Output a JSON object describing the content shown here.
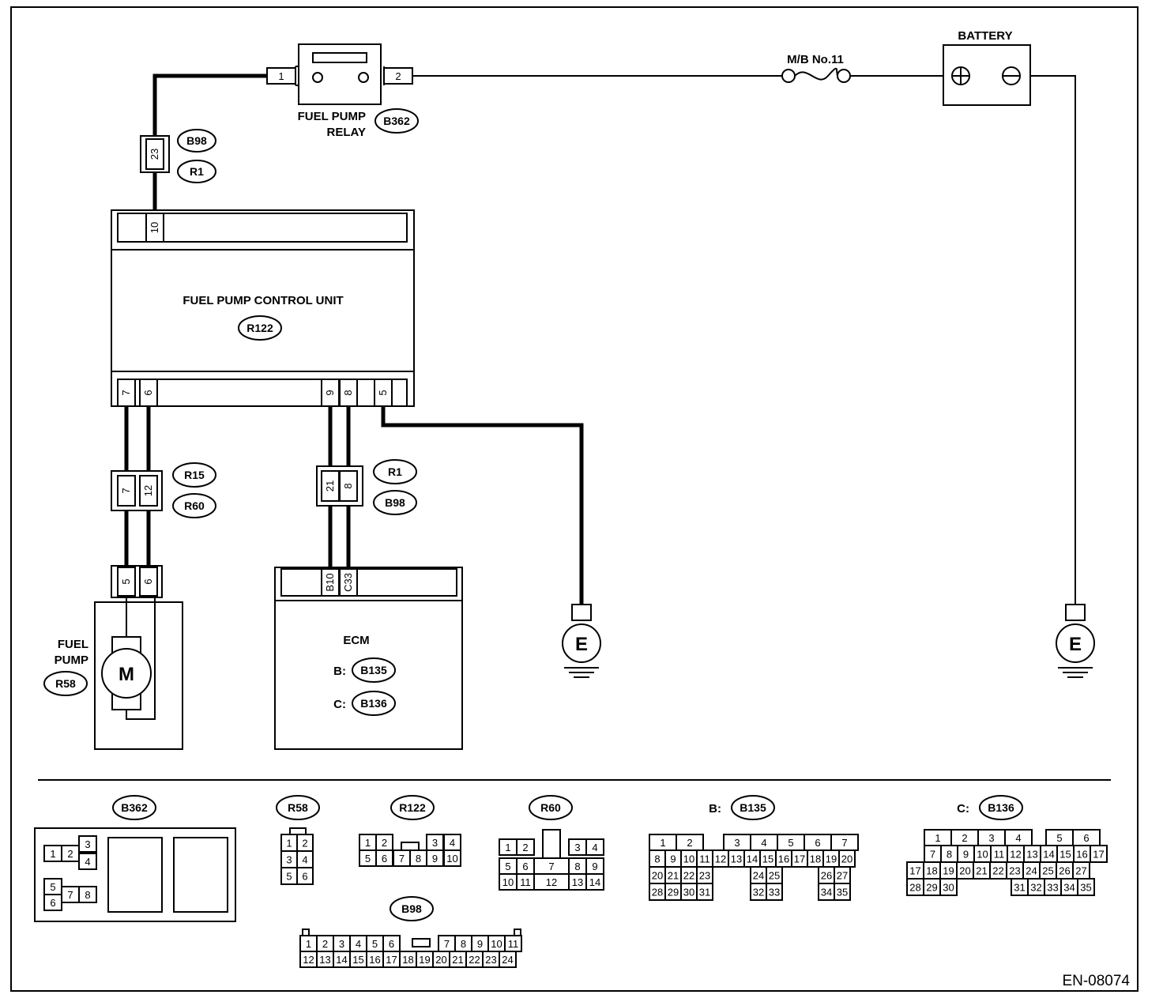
{
  "diagram_code": "EN-08074",
  "components": {
    "battery": {
      "label": "BATTERY",
      "plus_symbol": "+",
      "minus_symbol": "−"
    },
    "fuse": {
      "label": "M/B No.11"
    },
    "relay": {
      "label_line1": "FUEL PUMP",
      "label_line2": "RELAY",
      "connector": "B362",
      "pin_left": "1",
      "pin_right": "2"
    },
    "joint_top": {
      "pin": "23",
      "conn_a": "B98",
      "conn_b": "R1"
    },
    "control_unit": {
      "label": "FUEL PUMP CONTROL UNIT",
      "connector": "R122",
      "pin_top": "10",
      "pins_bottom": [
        "7",
        "6",
        "9",
        "8",
        "5"
      ]
    },
    "joint_left": {
      "pins": [
        "7",
        "12"
      ],
      "conn_a": "R15",
      "conn_b": "R60"
    },
    "joint_mid": {
      "pins": [
        "21",
        "8"
      ],
      "conn_a": "R1",
      "conn_b": "B98"
    },
    "fuel_pump": {
      "label_line1": "FUEL",
      "label_line2": "PUMP",
      "connector": "R58",
      "pins": [
        "5",
        "6"
      ],
      "motor": "M"
    },
    "ecm": {
      "label": "ECM",
      "pins": [
        "B10",
        "C33"
      ],
      "conn_b_prefix": "B:",
      "conn_b": "B135",
      "conn_c_prefix": "C:",
      "conn_c": "B136"
    },
    "ground_1": {
      "label": "E"
    },
    "ground_2": {
      "label": "E"
    }
  },
  "connector_views": {
    "b362": {
      "name": "B362",
      "pins": [
        "1",
        "2",
        "3",
        "4",
        "5",
        "6",
        "7",
        "8"
      ]
    },
    "r58": {
      "name": "R58",
      "pins": [
        "1",
        "2",
        "3",
        "4",
        "5",
        "6"
      ]
    },
    "r122": {
      "name": "R122",
      "pins": [
        "1",
        "2",
        "3",
        "4",
        "5",
        "6",
        "7",
        "8",
        "9",
        "10"
      ]
    },
    "r60": {
      "name": "R60",
      "pins": [
        "1",
        "2",
        "3",
        "4",
        "5",
        "6",
        "7",
        "8",
        "9",
        "10",
        "11",
        "12",
        "13",
        "14"
      ]
    },
    "b135": {
      "prefix": "B:",
      "name": "B135",
      "pins": [
        "1",
        "2",
        "3",
        "4",
        "5",
        "6",
        "7",
        "8",
        "9",
        "10",
        "11",
        "12",
        "13",
        "14",
        "15",
        "16",
        "17",
        "18",
        "19",
        "20",
        "21",
        "22",
        "23",
        "24",
        "25",
        "26",
        "27",
        "28",
        "29",
        "30",
        "31",
        "32",
        "33",
        "34",
        "35"
      ]
    },
    "b136": {
      "prefix": "C:",
      "name": "B136",
      "pins": [
        "1",
        "2",
        "3",
        "4",
        "5",
        "6",
        "7",
        "8",
        "9",
        "10",
        "11",
        "12",
        "13",
        "14",
        "15",
        "16",
        "17",
        "18",
        "19",
        "20",
        "21",
        "22",
        "23",
        "24",
        "25",
        "26",
        "27",
        "28",
        "29",
        "30",
        "31",
        "32",
        "33",
        "34",
        "35"
      ]
    },
    "b98": {
      "name": "B98",
      "pins": [
        "1",
        "2",
        "3",
        "4",
        "5",
        "6",
        "7",
        "8",
        "9",
        "10",
        "11",
        "12",
        "13",
        "14",
        "15",
        "16",
        "17",
        "18",
        "19",
        "20",
        "21",
        "22",
        "23",
        "24"
      ]
    }
  }
}
